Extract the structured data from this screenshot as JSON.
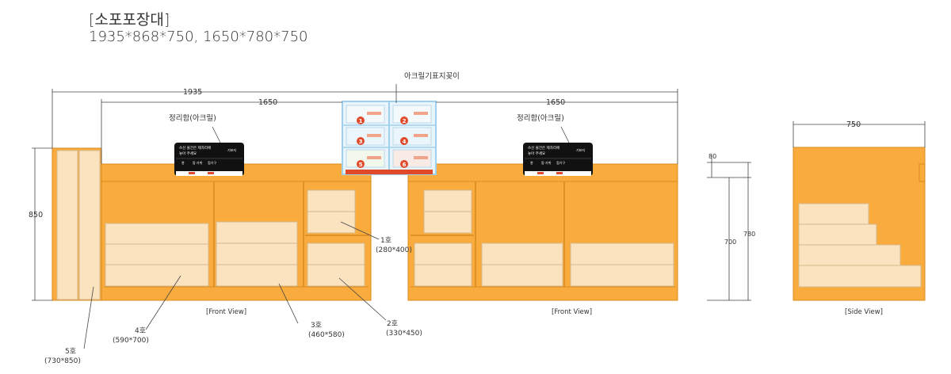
{
  "header": {
    "title": "[소포포장대]",
    "subtitle": "1935*868*750, 1650*780*750"
  },
  "dimensions": {
    "total_width": "1935",
    "left_width": "1650",
    "right_width": "1650",
    "height_left": "850",
    "side_width": "750",
    "dim_80": "80",
    "dim_700": "700",
    "dim_780": "780"
  },
  "labels": {
    "acrylic_stand": "아크릴기표지꽂이",
    "organizer_left": "정리함(아크릴)",
    "organizer_right": "정리함(아크릴)",
    "front_view_left": "[Front View]",
    "front_view_right": "[Front View]",
    "side_view": "[Side View]"
  },
  "callouts": {
    "no1": {
      "name": "1호",
      "size": "(280*400)"
    },
    "no2": {
      "name": "2호",
      "size": "(330*450)"
    },
    "no3": {
      "name": "3호",
      "size": "(460*580)"
    },
    "no4": {
      "name": "4호",
      "size": "(590*700)"
    },
    "no5": {
      "name": "5호",
      "size": "(730*850)"
    }
  },
  "sign": {
    "line1": "쓰신 물건은 제자리에",
    "line2": "놓아 주세요",
    "badge": "기표지",
    "tabs": [
      "봉",
      "팝·가위",
      "컵기구"
    ]
  },
  "stand_numbers": [
    "1",
    "2",
    "3",
    "4",
    "5",
    "6"
  ],
  "colors": {
    "counter": "#f9ac3d",
    "drawer": "#fbe3c0",
    "sign_bg": "#111111",
    "stand_frame": "#9fd0ee",
    "line": "#333333"
  }
}
